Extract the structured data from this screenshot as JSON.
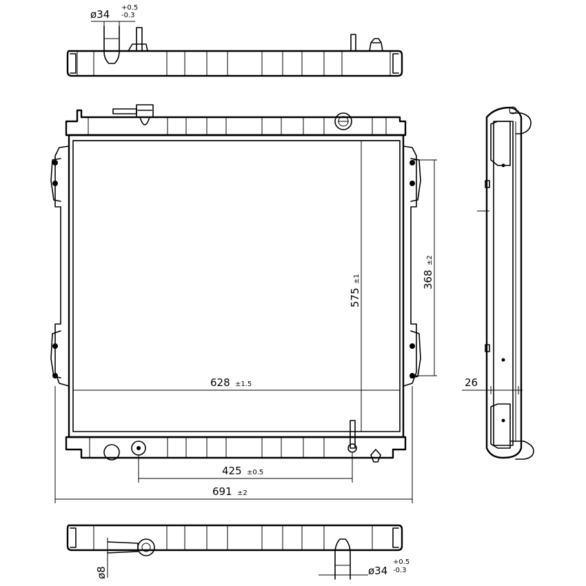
{
  "dimensions": {
    "top_inlet_diameter": "ø34",
    "top_inlet_tol_plus": "+0.5",
    "top_inlet_tol_minus": "-0.3",
    "width_core": "628",
    "width_core_tol": "±1.5",
    "height_core": "575",
    "height_core_tol": "±1",
    "mount_spacing": "368",
    "mount_spacing_tol": "±2",
    "bottom_fittings": "425",
    "bottom_fittings_tol": "±0.5",
    "overall_width": "691",
    "overall_width_tol": "±2",
    "thickness": "26",
    "drain_diameter": "ø8",
    "bottom_outlet_diameter": "ø34",
    "bottom_outlet_tol_plus": "+0.5",
    "bottom_outlet_tol_minus": "-0.3"
  }
}
